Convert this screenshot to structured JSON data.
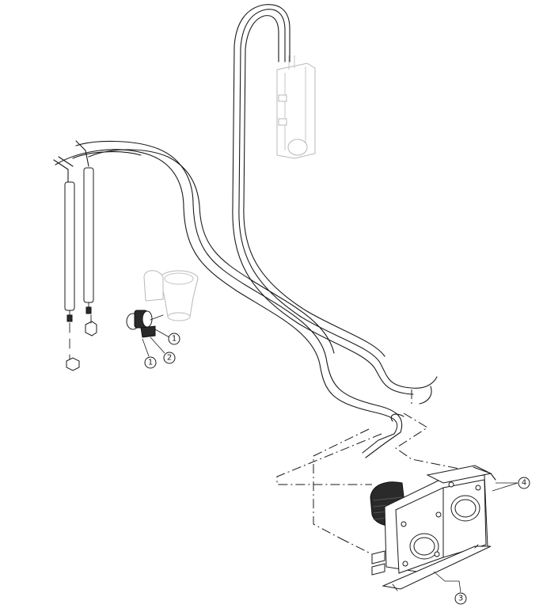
{
  "callouts": {
    "c1a": "1",
    "c1b": "1",
    "c2": "2",
    "c3": "3",
    "c4": "4"
  }
}
